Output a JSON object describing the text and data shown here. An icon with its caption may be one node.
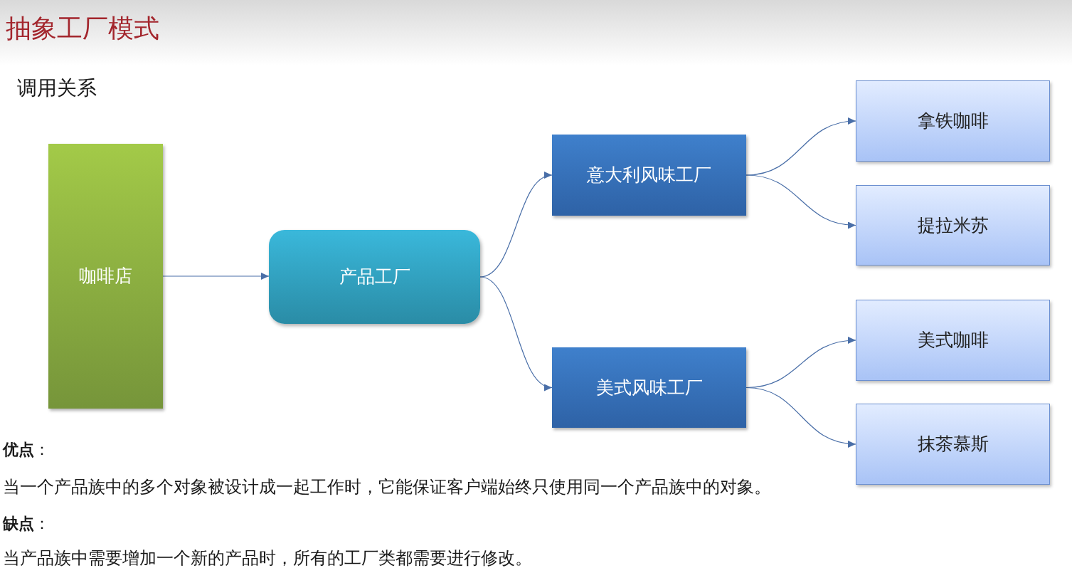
{
  "diagram": {
    "title": "抽象工厂模式",
    "nodes": [
      {
        "text": [
          "咖啡店"
        ]
      },
      {
        "text": [
          "产品工厂"
        ]
      },
      {
        "text": [
          "意大利风味工厂"
        ]
      },
      {
        "text": [
          "美式风味工厂"
        ]
      },
      {
        "text": [
          "拿铁咖啡"
        ]
      },
      {
        "text": [
          "提拉米苏"
        ]
      },
      {
        "text": [
          "美式咖啡"
        ]
      },
      {
        "text": [
          "抹茶慕斯"
        ]
      }
    ],
    "edges": [
      {
        "from": 0,
        "to": 1,
        "arrow": "to"
      },
      {
        "from": 1,
        "to": 2,
        "arrow": "to"
      },
      {
        "from": 1,
        "to": 3,
        "arrow": "to"
      },
      {
        "from": 2,
        "to": 4,
        "arrow": "to"
      },
      {
        "from": 2,
        "to": 5,
        "arrow": "to"
      },
      {
        "from": 3,
        "to": 6,
        "arrow": "to"
      },
      {
        "from": 3,
        "to": 7,
        "arrow": "to"
      }
    ],
    "labels": [
      "调用关系",
      "**优点**：",
      "当一个产品族中的多个对象被设计成一起工作时，它能保证客户端始终只使用同一个产品族中的对象。",
      "**缺点**：",
      "当产品族中需要增加一个新的产品时，所有的工厂类都需要进行修改。"
    ]
  }
}
